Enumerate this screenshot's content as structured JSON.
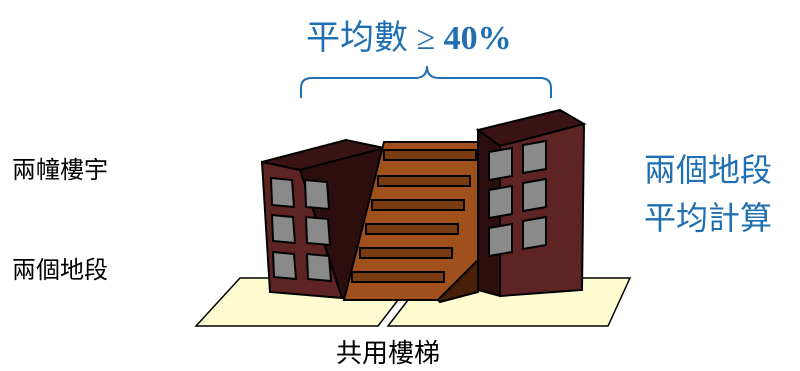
{
  "headline": {
    "prefix": "平均數 ≥ ",
    "value": "40%"
  },
  "left_labels": [
    "兩幢樓宇",
    "兩個地段"
  ],
  "right_labels": [
    "兩個地段",
    "平均計算"
  ],
  "bottom_label": "共用樓梯",
  "colors": {
    "accent": "#1f6fb2",
    "building": "#5e2424",
    "window": "#8a8a8a",
    "stairs": "#a0501a",
    "ground": "#fffbd0"
  }
}
